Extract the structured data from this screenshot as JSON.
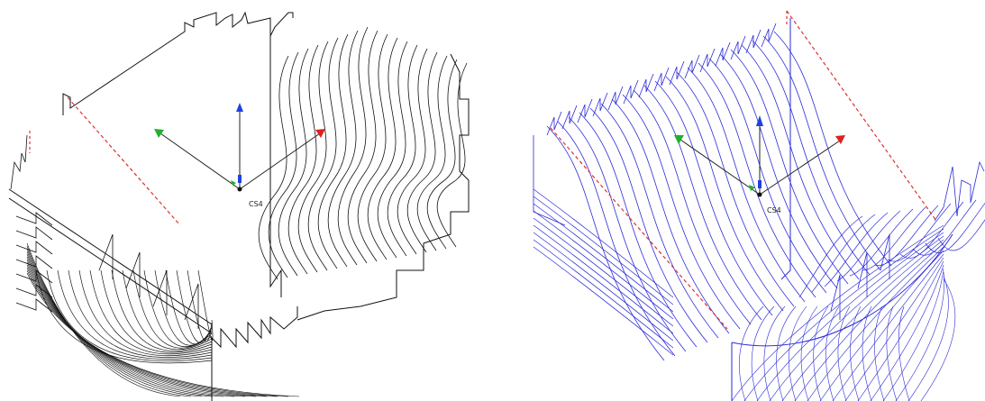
{
  "views": [
    {
      "id": "left",
      "coord_system_label": "CS4",
      "toolpath_color": "#111111",
      "toolpath_style": "black wireframe"
    },
    {
      "id": "right",
      "coord_system_label": "CS4",
      "toolpath_color": "#2a2ad8",
      "toolpath_style": "blue wireframe"
    }
  ],
  "colors": {
    "rapid_move": "#e03030",
    "axis_x": "#e02020",
    "axis_y": "#20b030",
    "axis_z": "#2040e0",
    "axis_shaft": "#222222"
  }
}
